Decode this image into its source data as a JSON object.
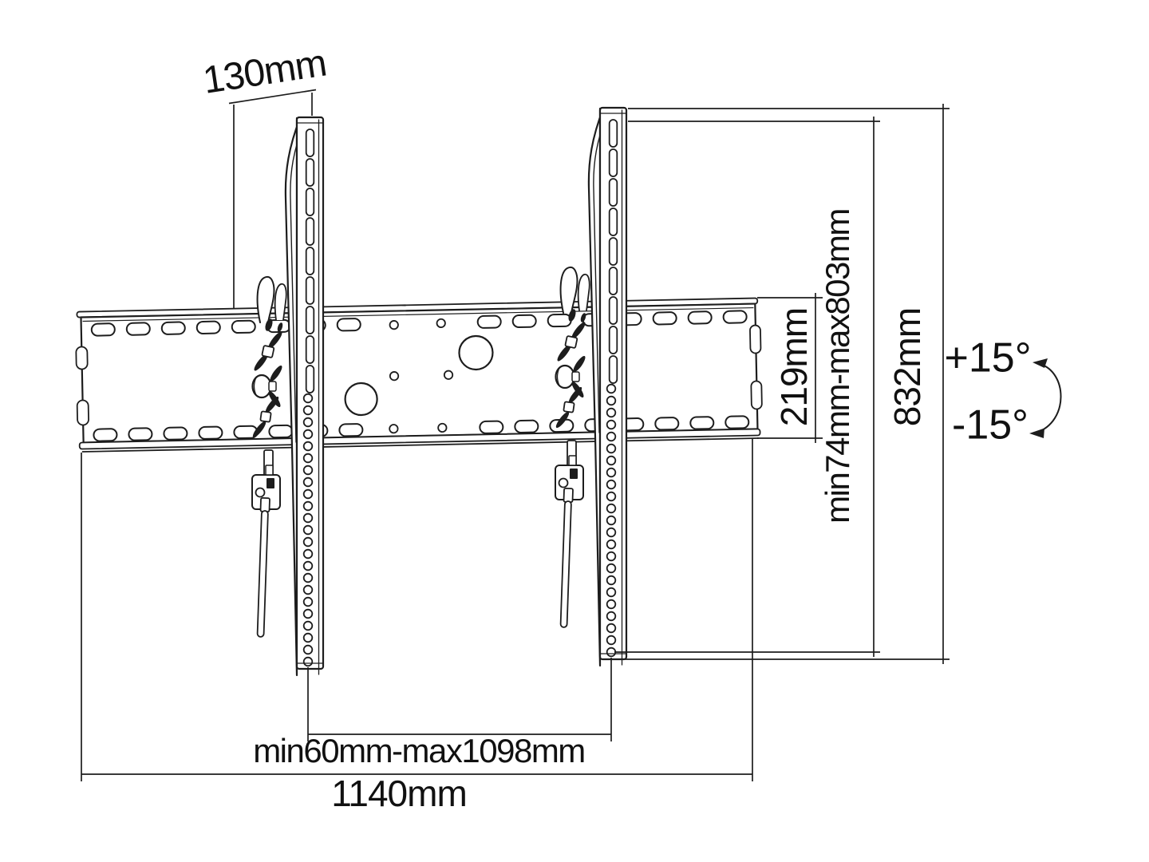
{
  "colors": {
    "line": "#1d1d1d",
    "text": "#111111",
    "background": "#ffffff"
  },
  "dimensions": {
    "top_offset": "130mm",
    "plate_height": "219mm",
    "vertical_range": "min74mm-max803mm",
    "total_height": "832mm",
    "tilt_up": "+15°",
    "tilt_down": "-15°",
    "bottom_range": "min60mm-max1098mm",
    "total_width": "1140mm"
  }
}
